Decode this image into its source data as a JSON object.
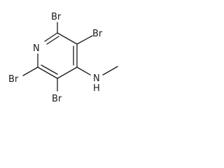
{
  "molecule": {
    "atoms": {
      "ring_nitrogen": "N",
      "br_top_c2": "Br",
      "br_c3": "Br",
      "br_c5": "Br",
      "br_c6": "Br",
      "amine_n": "N",
      "amine_h": "H"
    }
  }
}
